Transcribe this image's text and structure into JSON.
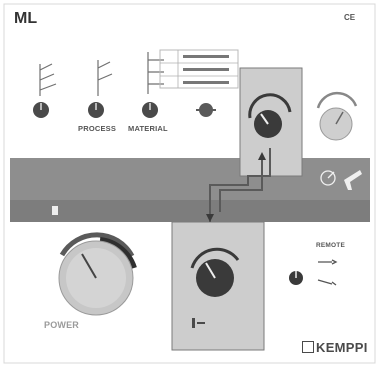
{
  "panel": {
    "title": "ML",
    "subtitle": "",
    "ce_mark": "CE",
    "brand": "KEMPPI"
  },
  "selectors": {
    "tag": "",
    "process": "PROCESS",
    "material": "MATERIAL",
    "wire": "",
    "wire_unit": "",
    "synergic_header": ""
  },
  "bottom_controls": {
    "power": "POWER",
    "remote": "REMOTE",
    "wire_speed_label": "",
    "mode_label": ""
  },
  "band": {
    "left_label": "",
    "mid_label": "",
    "right_label": "",
    "hold_label": "",
    "hold_sublabel": ""
  },
  "colors": {
    "background": "#ffffff",
    "band": "#8e8e8e",
    "highlight": "#cdcdcd",
    "knob_dark": "#3a3a3a",
    "knob_light": "#cfcfcf"
  }
}
